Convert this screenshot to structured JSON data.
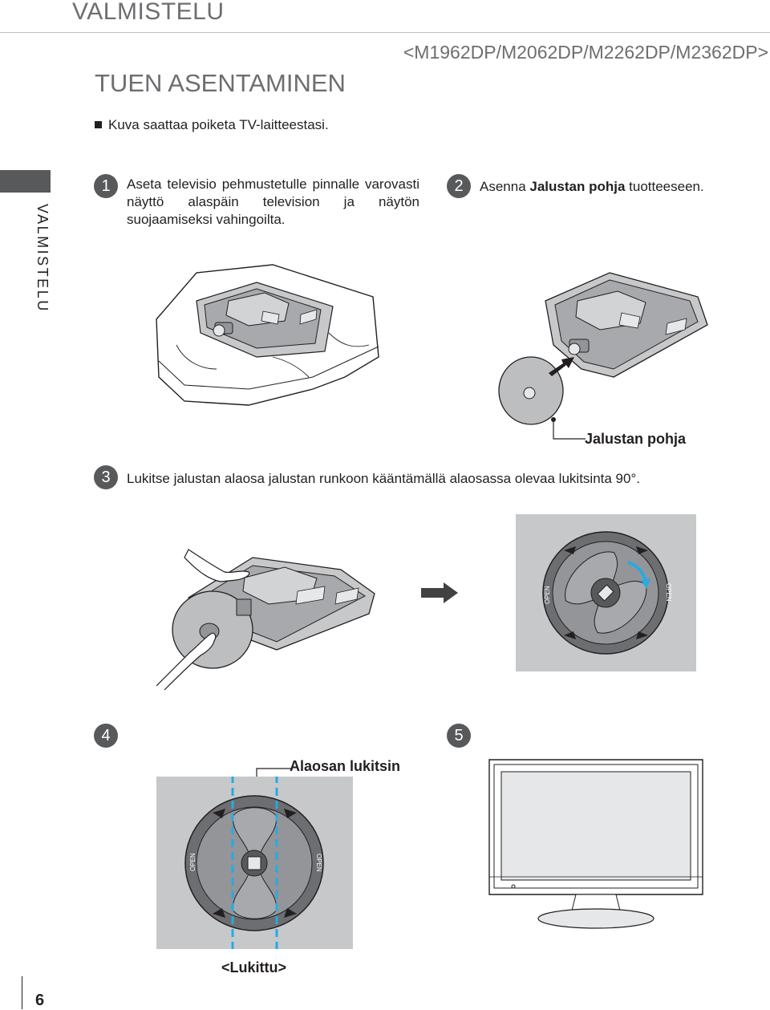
{
  "header": {
    "section": "VALMISTELU",
    "models": "<M1962DP/M2062DP/M2262DP/M2362DP>",
    "title": "TUEN ASENTAMINEN",
    "note": "Kuva saattaa poiketa TV-laitteestasi."
  },
  "side_tab": "VALMISTELU",
  "steps": [
    {
      "num": "1",
      "text": "Aseta televisio pehmustetulle pinnalle varovasti näyttö alaspäin television ja näytön suojaamiseksi vahingoilta."
    },
    {
      "num": "2",
      "text_before": "Asenna ",
      "text_bold": "Jalustan pohja",
      "text_after": " tuotteeseen."
    },
    {
      "num": "3",
      "text": "Lukitse jalustan alaosa jalustan runkoon kääntämällä alaosassa olevaa lukitsinta 90°."
    },
    {
      "num": "4"
    },
    {
      "num": "5"
    }
  ],
  "labels": {
    "stand_base": "Jalustan pohja",
    "lower_lock": "Alaosan lukitsin",
    "locked": "<Lukittu>",
    "open": "OPEN"
  },
  "page_number": "6"
}
